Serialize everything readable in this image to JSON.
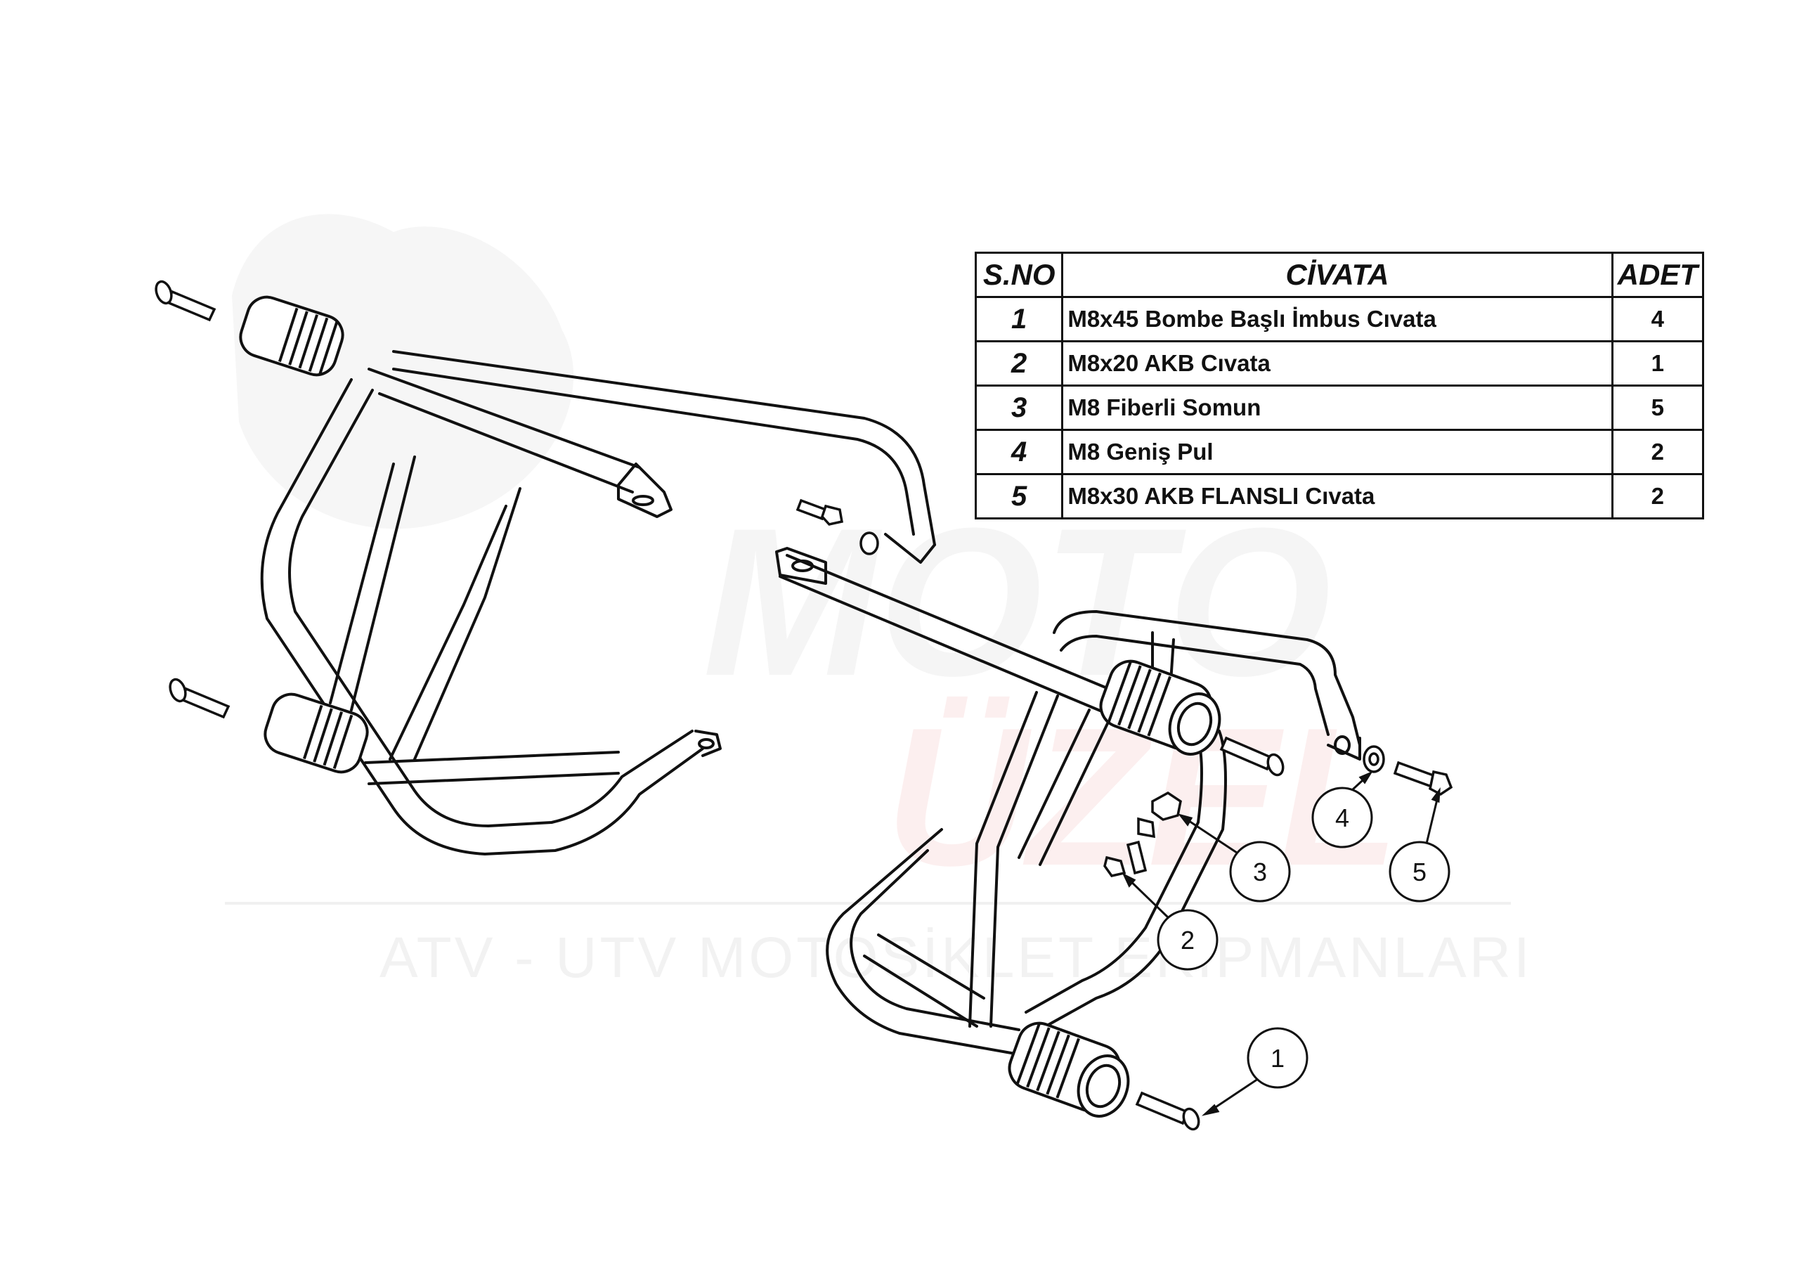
{
  "watermark": {
    "logo_word_top": "MOTO",
    "logo_word_bottom": "ÜZEL",
    "tagline": "ATV - UTV MOTOSİKLET EKİPMANLARI"
  },
  "parts_table": {
    "headers": {
      "sno": "S.NO",
      "name": "CİVATA",
      "qty": "ADET"
    },
    "rows": [
      {
        "sno": "1",
        "name": "M8x45 Bombe Başlı İmbus Cıvata",
        "qty": "4"
      },
      {
        "sno": "2",
        "name": "M8x20 AKB Cıvata",
        "qty": "1"
      },
      {
        "sno": "3",
        "name": "M8 Fiberli Somun",
        "qty": "5"
      },
      {
        "sno": "4",
        "name": "M8 Geniş Pul",
        "qty": "2"
      },
      {
        "sno": "5",
        "name": "M8x30 AKB FLANSLI Cıvata",
        "qty": "2"
      }
    ]
  },
  "callouts": [
    "1",
    "2",
    "3",
    "4",
    "5"
  ],
  "colors": {
    "line": "#111111",
    "watermark": "#f1f1f1",
    "watermark_red": "#fbeaea"
  }
}
